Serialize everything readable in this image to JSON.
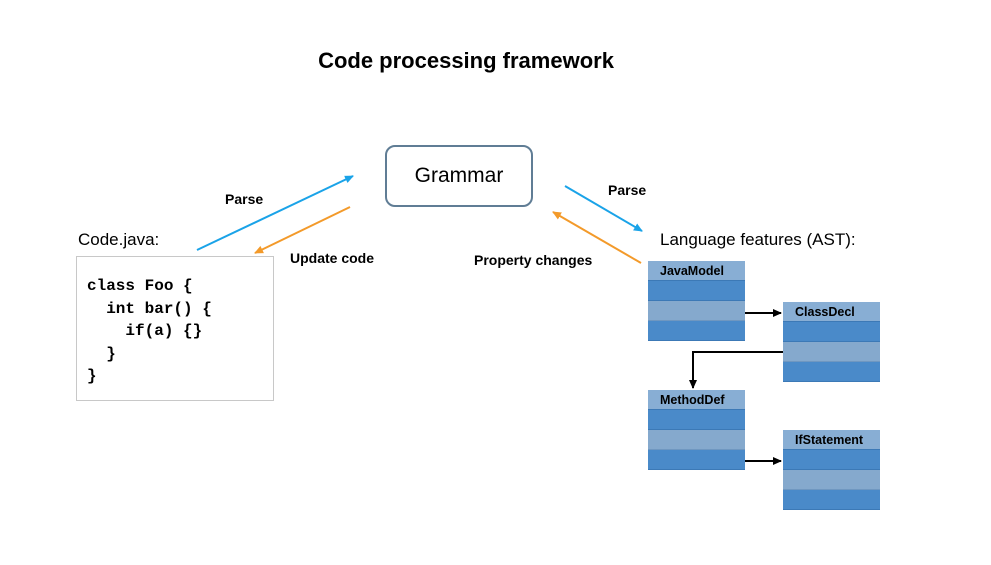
{
  "title": "Code processing framework",
  "grammar_label": "Grammar",
  "left": {
    "code_caption": "Code.java:",
    "parse_label": "Parse",
    "update_label": "Update code",
    "code_lines": [
      "class Foo {",
      "  int bar() {",
      "    if(a) {}",
      "  }",
      "}"
    ]
  },
  "right": {
    "ast_caption": "Language features (AST):",
    "parse_label": "Parse",
    "property_label": "Property changes"
  },
  "ast": {
    "java_model": "JavaModel",
    "class_decl": "ClassDecl",
    "method_def": "MethodDef",
    "if_statement": "IfStatement"
  },
  "colors": {
    "parse_arrow": "#1aa3e8",
    "update_arrow": "#f39a2a",
    "ast_dark": "#4a8ac9",
    "ast_light": "#85a9cd",
    "grammar_border": "#607d95"
  }
}
